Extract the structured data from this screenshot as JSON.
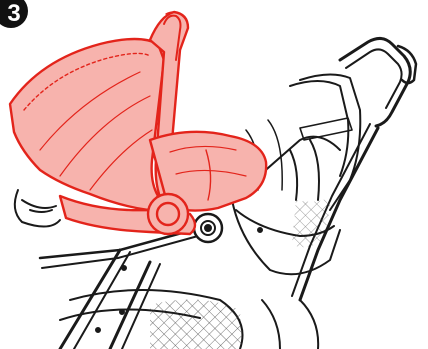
{
  "step": {
    "number": "3"
  },
  "colors": {
    "highlight_fill": "#f7b3ad",
    "highlight_stroke": "#e3241b",
    "line": "#1a1a1a",
    "badge": "#111111"
  },
  "illustration": {
    "subject": "stroller-with-infant-car-seat",
    "highlighted_part": "infant-car-seat"
  }
}
